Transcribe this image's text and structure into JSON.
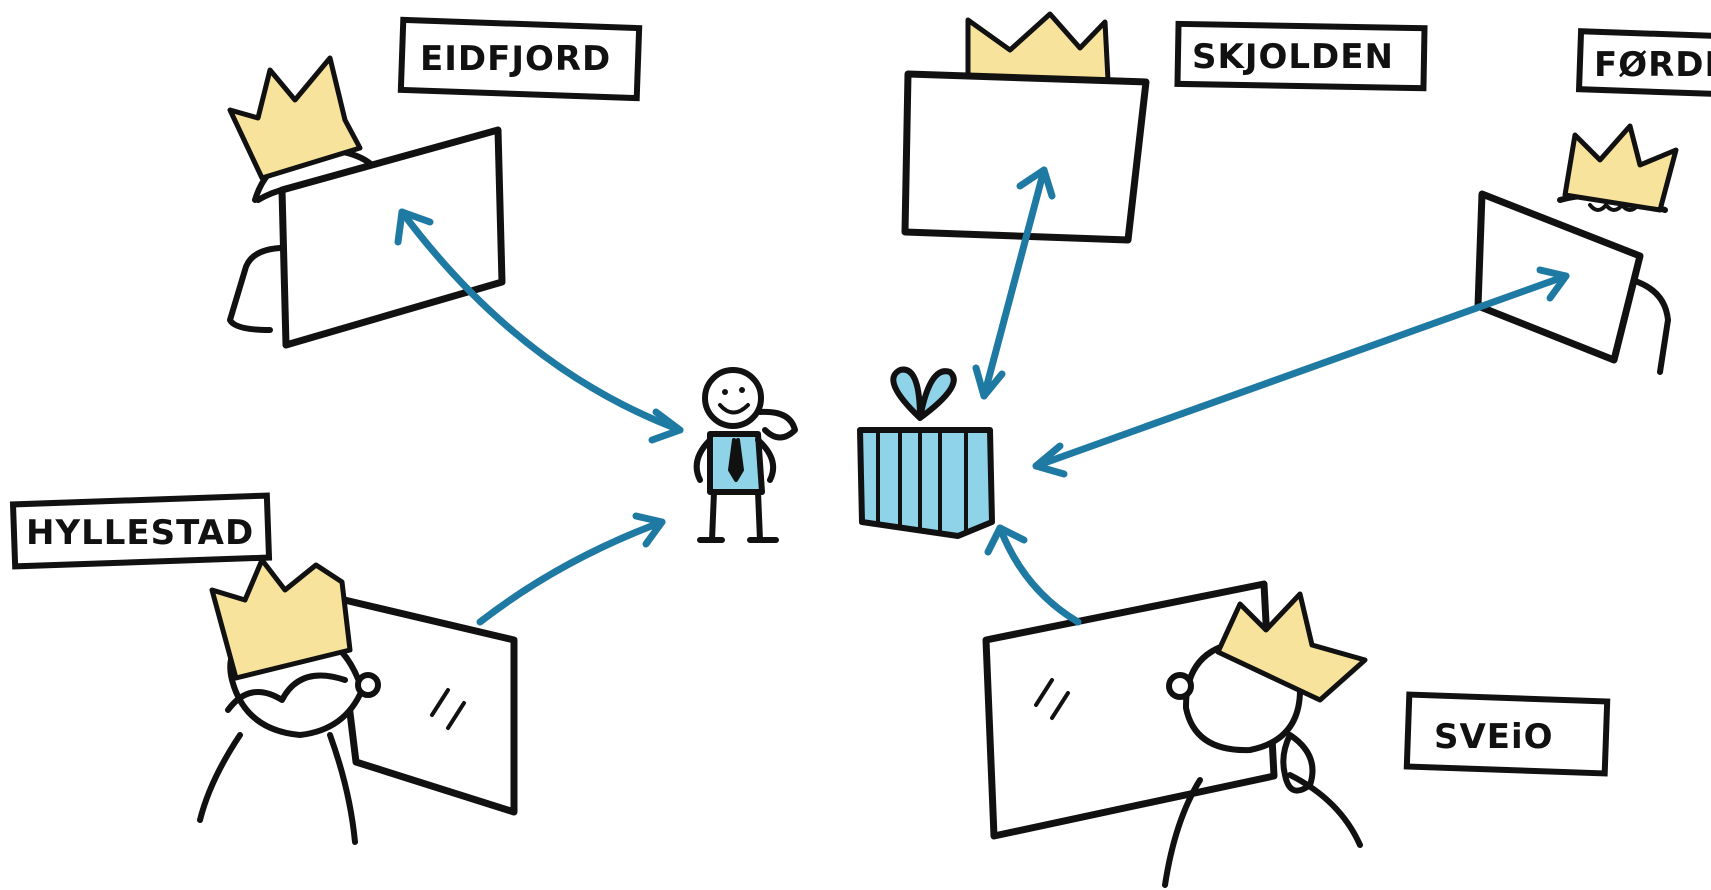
{
  "locations": [
    {
      "id": "eidfjord",
      "name": "EIDFJORD"
    },
    {
      "id": "skjolden",
      "name": "SKJOLDEN"
    },
    {
      "id": "forde",
      "name": "FØRDE"
    },
    {
      "id": "hyllestad",
      "name": "HYLLESTAD"
    },
    {
      "id": "sveio",
      "name": "SVEiO"
    }
  ],
  "colors": {
    "arrow": "#1f7aa3",
    "crown": "#f7e39b",
    "gift": "#8fd3e8",
    "ink": "#111111"
  },
  "icons": [
    "crown-icon",
    "computer-screen-icon",
    "person-icon",
    "gift-icon",
    "arrow-icon"
  ]
}
